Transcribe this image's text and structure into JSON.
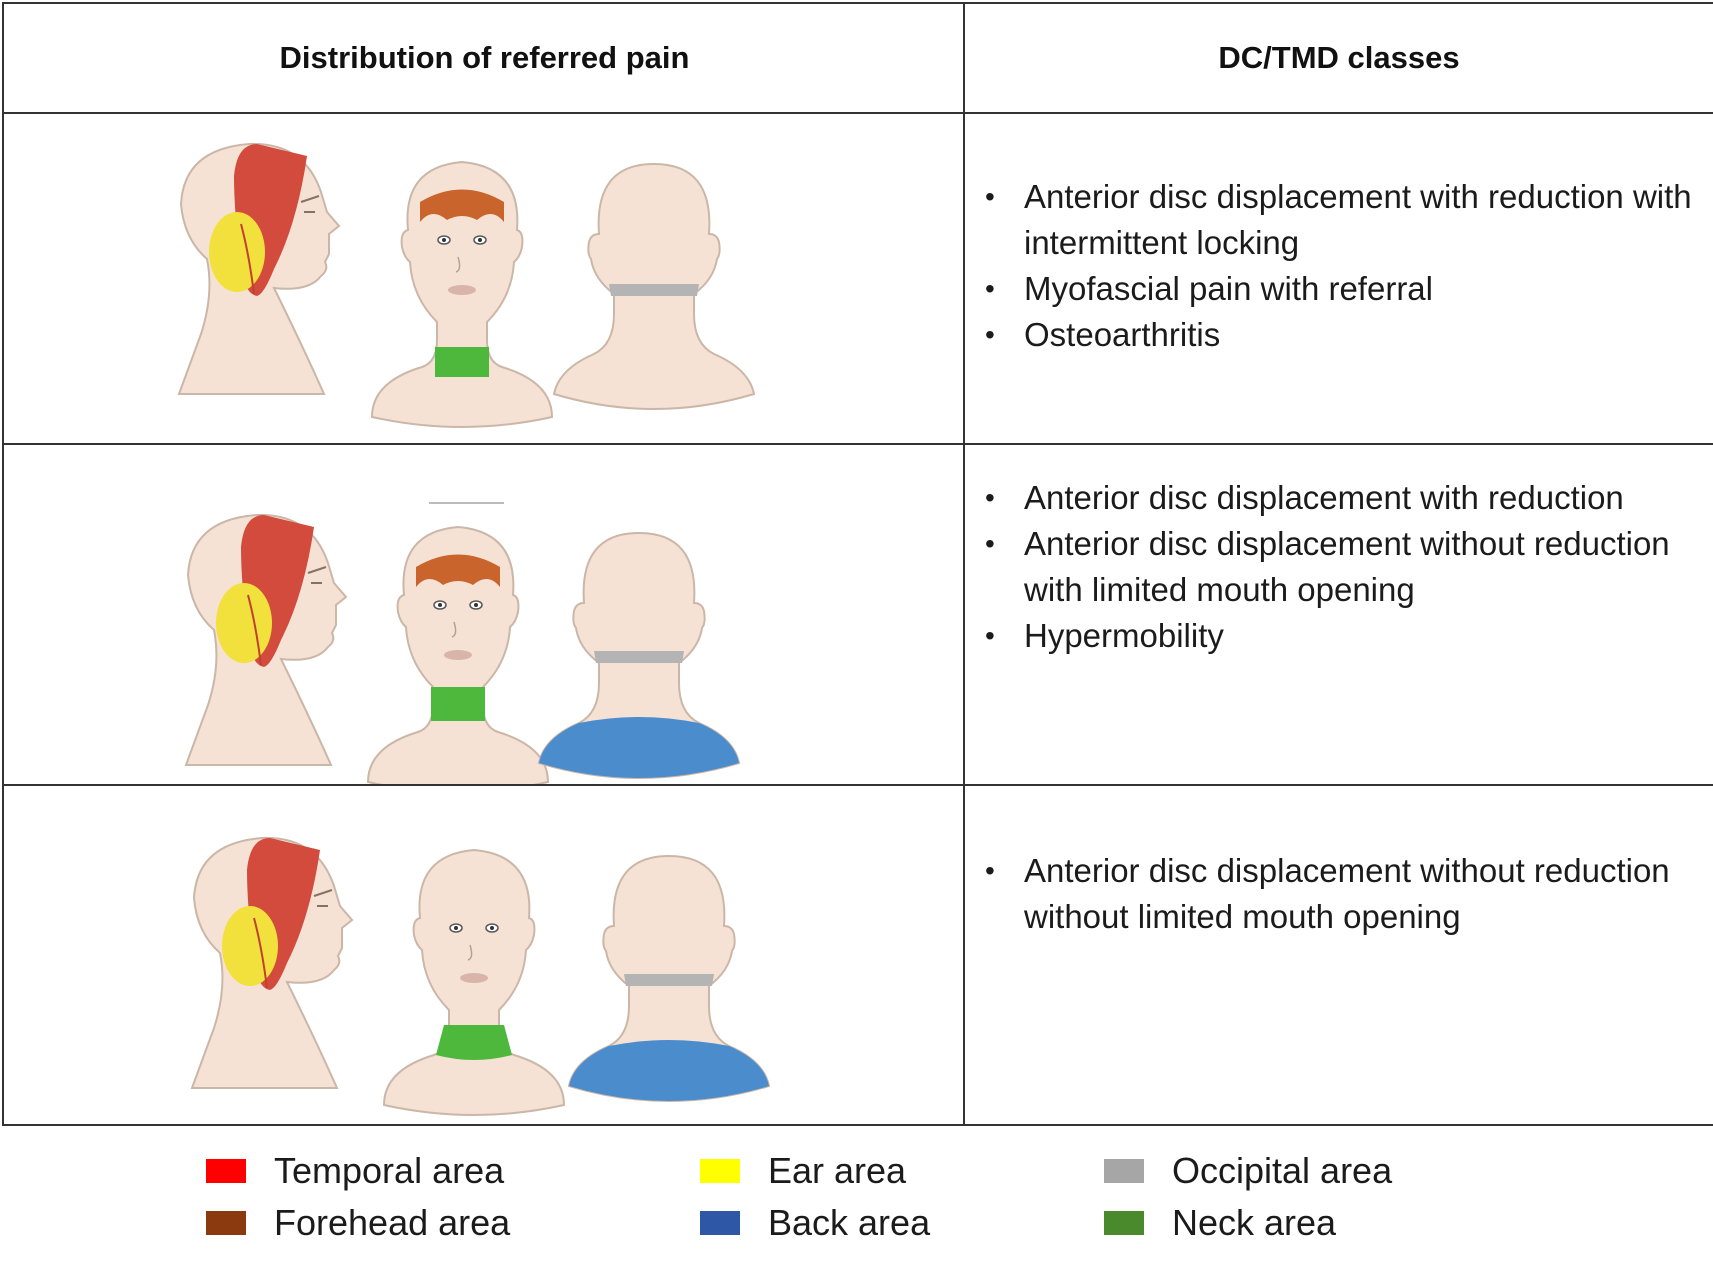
{
  "header": {
    "col1": "Distribution of referred pain",
    "col2": "DC/TMD classes"
  },
  "rows": [
    {
      "regions": [
        "temporal-area",
        "ear-area",
        "forehead-area",
        "neck-area",
        "occipital-area"
      ],
      "classes": [
        "Anterior disc displacement with reduction with intermittent locking",
        "Myofascial pain with referral",
        "Osteoarthritis"
      ]
    },
    {
      "regions": [
        "temporal-area",
        "ear-area",
        "forehead-area",
        "neck-area",
        "occipital-area",
        "back-area"
      ],
      "classes": [
        "Anterior disc displacement with reduction",
        "Anterior disc displacement without reduction with limited mouth opening",
        "Hypermobility"
      ]
    },
    {
      "regions": [
        "temporal-area",
        "ear-area",
        "neck-area",
        "occipital-area",
        "back-area"
      ],
      "classes": [
        "Anterior disc displacement without reduction without limited mouth opening"
      ]
    }
  ],
  "legend": {
    "temporal": "Temporal area",
    "forehead": "Forehead area",
    "ear": "Ear area",
    "back": "Back area",
    "occipital": "Occipital area",
    "neck": "Neck area"
  },
  "colors": {
    "skin": "#f6e2d4",
    "skin_line": "#cbb7a8",
    "temporal": "#d24b3c",
    "ear": "#f2e03c",
    "forehead": "#c8642c",
    "neck": "#4db83c",
    "occipital": "#b4b4b4",
    "back": "#4b8ccd",
    "legend_temporal": "#ff0000",
    "legend_forehead": "#8b3a10",
    "legend_ear": "#ffff00",
    "legend_back": "#2e57a6",
    "legend_occipital": "#a6a6a6",
    "legend_neck": "#4a8a2c"
  }
}
